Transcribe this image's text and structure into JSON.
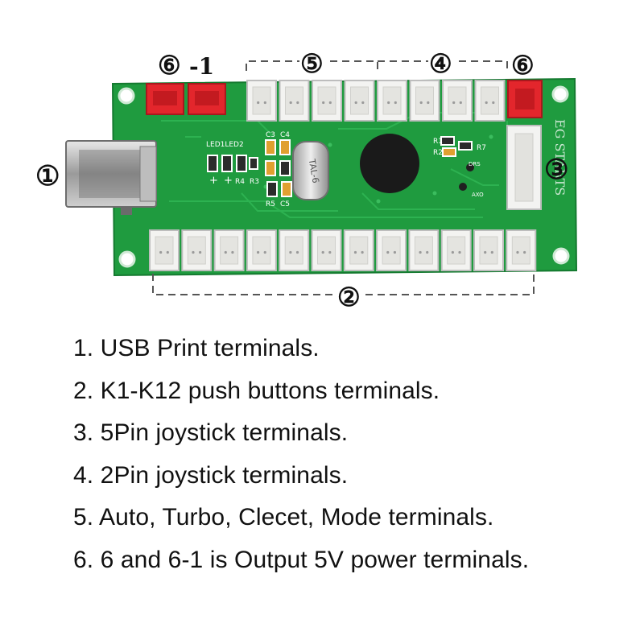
{
  "callouts": {
    "c1": "①",
    "c2": "②",
    "c3": "③",
    "c4": "④",
    "c5": "⑤",
    "c6": "⑥",
    "c6_1_circle": "⑥",
    "c6_1_suffix": "-1"
  },
  "board_silkscreen": {
    "led_label": "LED1LED2",
    "r4": "R4",
    "r3": "R3",
    "c3": "C3",
    "c4": "C4",
    "r5": "R5",
    "c5": "C5",
    "crystal": "TAL-6",
    "r1": "R1",
    "r2": "R2",
    "r7": "R7",
    "drs": "DRS",
    "axo": "AXO",
    "edge_text": "EG STARTS",
    "plus1": "+",
    "plus2": "+"
  },
  "legend": [
    "1. USB Print terminals.",
    "2. K1-K12 push buttons terminals.",
    "3. 5Pin joystick terminals.",
    "4. 2Pin joystick terminals.",
    "5. Auto, Turbo, Clecet, Mode terminals.",
    "6. 6 and 6-1 is Output 5V power terminals."
  ],
  "colors": {
    "pcb_green": "#1f9b3f",
    "connector_white": "#f3f3f1",
    "power_red": "#e3262c",
    "ink": "#111111"
  }
}
